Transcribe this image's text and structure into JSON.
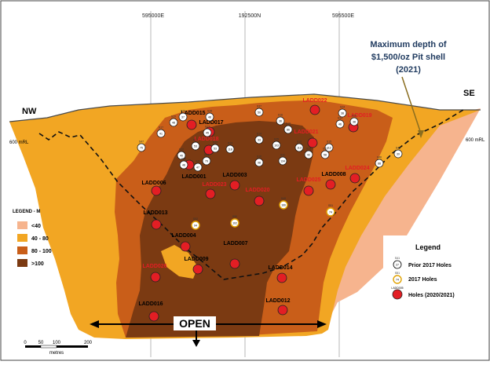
{
  "map": {
    "grid_labels": [
      "595000E",
      "192500N",
      "595500E"
    ],
    "directions": [
      "NW",
      "SE"
    ],
    "rl_labels": [
      "600 mRL",
      "600 mRL"
    ],
    "annotation": [
      "Maximum depth of",
      "$1,500/oz Pit shell",
      "(2021)"
    ],
    "open_label": "OPEN",
    "scale": {
      "ticks": [
        "0",
        "50",
        "100",
        "200"
      ],
      "unit": "metres"
    }
  },
  "grade_legend": {
    "title": "LEGEND - M",
    "items": [
      {
        "label": "<40",
        "color": "#f6b48e"
      },
      {
        "label": "40 - 80",
        "color": "#f2a623"
      },
      {
        "label": "80 - 100",
        "color": "#c95e19"
      },
      {
        "label": ">100",
        "color": "#7b3a12"
      }
    ]
  },
  "holes_legend": {
    "title": "Legend",
    "items": [
      {
        "label": "Prior 2017 Holes",
        "sym_label": "S41",
        "sym_inner": "27",
        "type": "prior"
      },
      {
        "label": "2017 Holes",
        "sym_label": "S51",
        "sym_inner": "74",
        "type": "h2017"
      },
      {
        "label": "Holes (2020/2021)",
        "sym_label": "LADD005",
        "type": "new"
      }
    ]
  },
  "holes_2020": [
    {
      "id": "LADD022",
      "red": true
    },
    {
      "id": "LADD015",
      "red": false
    },
    {
      "id": "LADD017",
      "red": false
    },
    {
      "id": "LADD019",
      "red": true
    },
    {
      "id": "LADD021",
      "red": true
    },
    {
      "id": "LADD018",
      "red": true
    },
    {
      "id": "LADD001",
      "red": false
    },
    {
      "id": "LADD023",
      "red": true
    },
    {
      "id": "LADD003",
      "red": false
    },
    {
      "id": "LADD008",
      "red": false
    },
    {
      "id": "LADD024",
      "red": true
    },
    {
      "id": "LADD006",
      "red": false
    },
    {
      "id": "LADD020",
      "red": true
    },
    {
      "id": "LADD025",
      "red": true
    },
    {
      "id": "LADD013",
      "red": false
    },
    {
      "id": "LADD004",
      "red": false
    },
    {
      "id": "LADD007",
      "red": false
    },
    {
      "id": "LADD009",
      "red": false
    },
    {
      "id": "LADD026",
      "red": true
    },
    {
      "id": "LADD014",
      "red": false
    },
    {
      "id": "LADD016",
      "red": false
    },
    {
      "id": "LADD012",
      "red": false
    }
  ],
  "holes_prior": [
    {
      "label": "S28",
      "inner": "48"
    },
    {
      "label": "S29",
      "inner": "48"
    },
    {
      "label": "S37",
      "inner": "50"
    },
    {
      "label": "S16",
      "inner": "36"
    },
    {
      "label": "S24",
      "inner": "38"
    },
    {
      "label": "S26",
      "inner": "38"
    },
    {
      "label": "S26",
      "inner": "37"
    },
    {
      "label": "S17",
      "inner": "41"
    },
    {
      "label": "S18",
      "inner": "86"
    },
    {
      "label": "S34",
      "inner": "46"
    },
    {
      "label": "S27",
      "inner": "45"
    },
    {
      "label": "S47",
      "inner": "75"
    },
    {
      "label": "S27",
      "inner": "53"
    },
    {
      "label": "S33",
      "inner": "53"
    },
    {
      "label": "S14",
      "inner": "33"
    },
    {
      "label": "S25",
      "inner": "103"
    },
    {
      "label": "S12",
      "inner": "113"
    },
    {
      "label": "S13",
      "inner": "118"
    },
    {
      "label": "S15",
      "inner": "112"
    },
    {
      "label": "S23",
      "inner": "42"
    },
    {
      "label": "S12",
      "inner": "40"
    },
    {
      "label": "S22",
      "inner": "58"
    },
    {
      "label": "S44",
      "inner": "79"
    },
    {
      "label": "S42",
      "inner": "47"
    },
    {
      "label": "S30",
      "inner": "48"
    },
    {
      "label": "S11",
      "inner": "134"
    },
    {
      "label": "S10",
      "inner": "98"
    },
    {
      "label": "S46",
      "inner": "88"
    },
    {
      "label": "S41",
      "inner": "39"
    }
  ],
  "holes_2017": [
    {
      "label": "S52",
      "inner": "94"
    },
    {
      "label": "S50",
      "inner": "102"
    },
    {
      "label": "S49",
      "inner": "166"
    },
    {
      "label": "S51",
      "inner": "74"
    }
  ]
}
